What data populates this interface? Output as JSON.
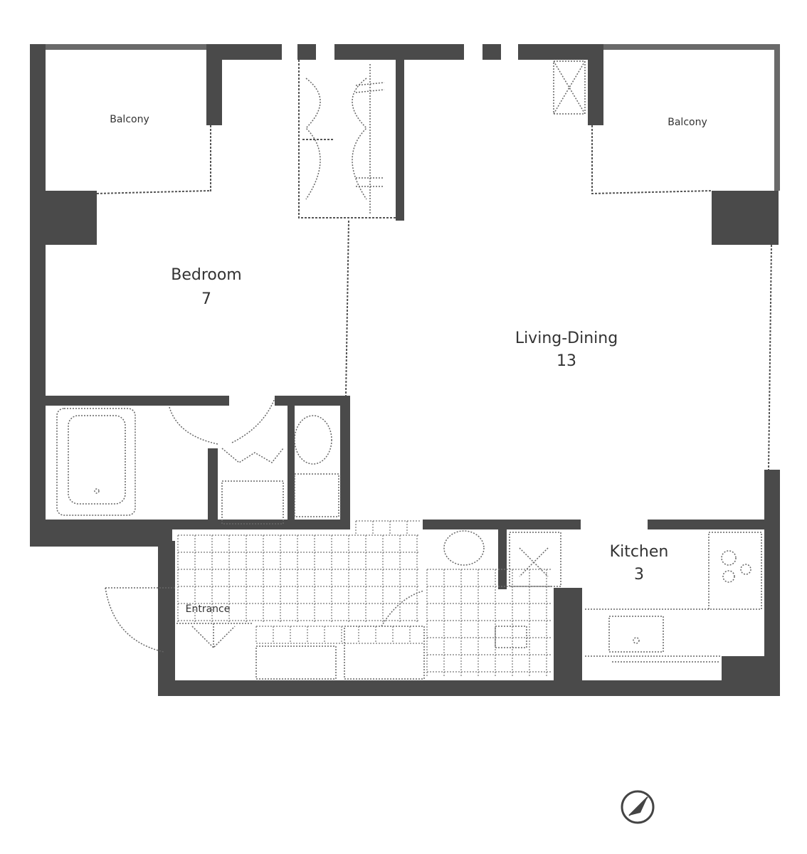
{
  "rooms": {
    "balcony_left": {
      "name": "Balcony"
    },
    "balcony_right": {
      "name": "Balcony"
    },
    "bedroom": {
      "name": "Bedroom",
      "size": "7"
    },
    "living_dining": {
      "name": "Living-Dining",
      "size": "13"
    },
    "kitchen": {
      "name": "Kitchen",
      "size": "3"
    },
    "entrance": {
      "name": "Entrance"
    }
  },
  "north_arrow": {
    "icon": "compass-icon"
  },
  "colors": {
    "wall": "#4a4a4a",
    "line": "#555555",
    "background": "#ffffff"
  }
}
